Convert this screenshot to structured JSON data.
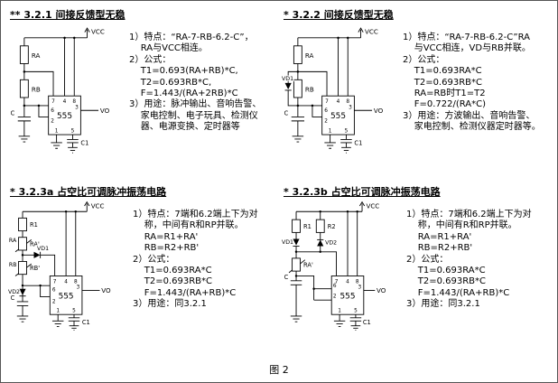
{
  "page": {
    "caption": "图 2"
  },
  "sections": [
    {
      "title": "** 3.2.1 间接反馈型无稳",
      "notes": "1）特点：“RA-7-RB-6.2-C”，\n    RA与VCC相连。\n2）公式：\n    T1=0.693(RA+RB)*C,\n    T2=0.693RB*C,\n    F=1.443/(RA+2RB)*C\n3）用途：脉冲输出、音响告警、\n    家电控制、电子玩具、检测仪\n    器、电源变换、定时器等",
      "circuit": {
        "vcc": "VCC",
        "vo": "VO",
        "chip": "555",
        "labels": {
          "ra": "RA",
          "rb": "RB",
          "c": "C",
          "c1": "C1"
        },
        "pins": {
          "p7": "7",
          "p4": "4",
          "p8": "8",
          "p6": "6",
          "p2": "2",
          "p3": "3",
          "p1": "1",
          "p5": "5"
        }
      }
    },
    {
      "title": "* 3.2.2 间接反馈型无稳",
      "notes": "1）特点：“RA-7-RB-6.2-C”RA\n    与VCC相连，VD与RB并联。\n2）公式：\n    T1=0.693RA*C\n    T2=0.693RB*C\n    RA=RB时T1=T2\n    F=0.722/(RA*C)\n3）用途：方波输出、音响告警、\n    家电控制、检测仪器定时器等。",
      "circuit": {
        "vcc": "VCC",
        "vo": "VO",
        "chip": "555",
        "labels": {
          "ra": "RA",
          "rb": "RB",
          "vd1": "VD1",
          "c": "C",
          "c1": "C1"
        },
        "pins": {
          "p7": "7",
          "p4": "4",
          "p8": "8",
          "p6": "6",
          "p2": "2",
          "p3": "3",
          "p1": "1",
          "p5": "5"
        }
      }
    },
    {
      "title": "* 3.2.3a 占空比可调脉冲振荡电路",
      "notes": "1）特点：7端和6.2端上下为对\n    称，中间有R和RP并联。\n    RA=R1+RA'\n    RB=R2+RB'\n2）公式：\n    T1=0.693RA*C\n    T2=0.693RB*C\n    F=1.443/(RA+RB)*C\n3）用途：同3.2.1",
      "circuit": {
        "vcc": "VCC",
        "vo": "VO",
        "chip": "555",
        "labels": {
          "r1": "R1",
          "ra": "RA",
          "rap": "RA'",
          "rb": "RB",
          "rbp": "RB'",
          "vd1": "VD1",
          "vd2": "VD2",
          "c": "C",
          "c1": "C1"
        },
        "pins": {
          "p7": "7",
          "p4": "4",
          "p8": "8",
          "p6": "6",
          "p2": "2",
          "p3": "3",
          "p1": "1",
          "p5": "5"
        }
      }
    },
    {
      "title": "* 3.2.3b 占空比可调脉冲振荡电路",
      "notes": "1）特点：7端和6.2端上下为对\n    称，中间有R和RP并联。\n    RA=R1+RA'\n    RB=R2+RB'\n2）公式：\n    T1=0.693RA*C\n    T2=0.693RB*C\n    F=1.443/(RA+RB)*C\n3）用途：同3.2.1",
      "circuit": {
        "vcc": "VCC",
        "vo": "VO",
        "chip": "555",
        "labels": {
          "r1": "R1",
          "r2": "R2",
          "vd1": "VD1",
          "vd2": "VD2",
          "rap": "RA'",
          "c": "C",
          "c1": "C1"
        },
        "pins": {
          "p7": "7",
          "p4": "4",
          "p8": "8",
          "p6": "6",
          "p2": "2",
          "p3": "3",
          "p1": "1",
          "p5": "5"
        }
      }
    }
  ]
}
